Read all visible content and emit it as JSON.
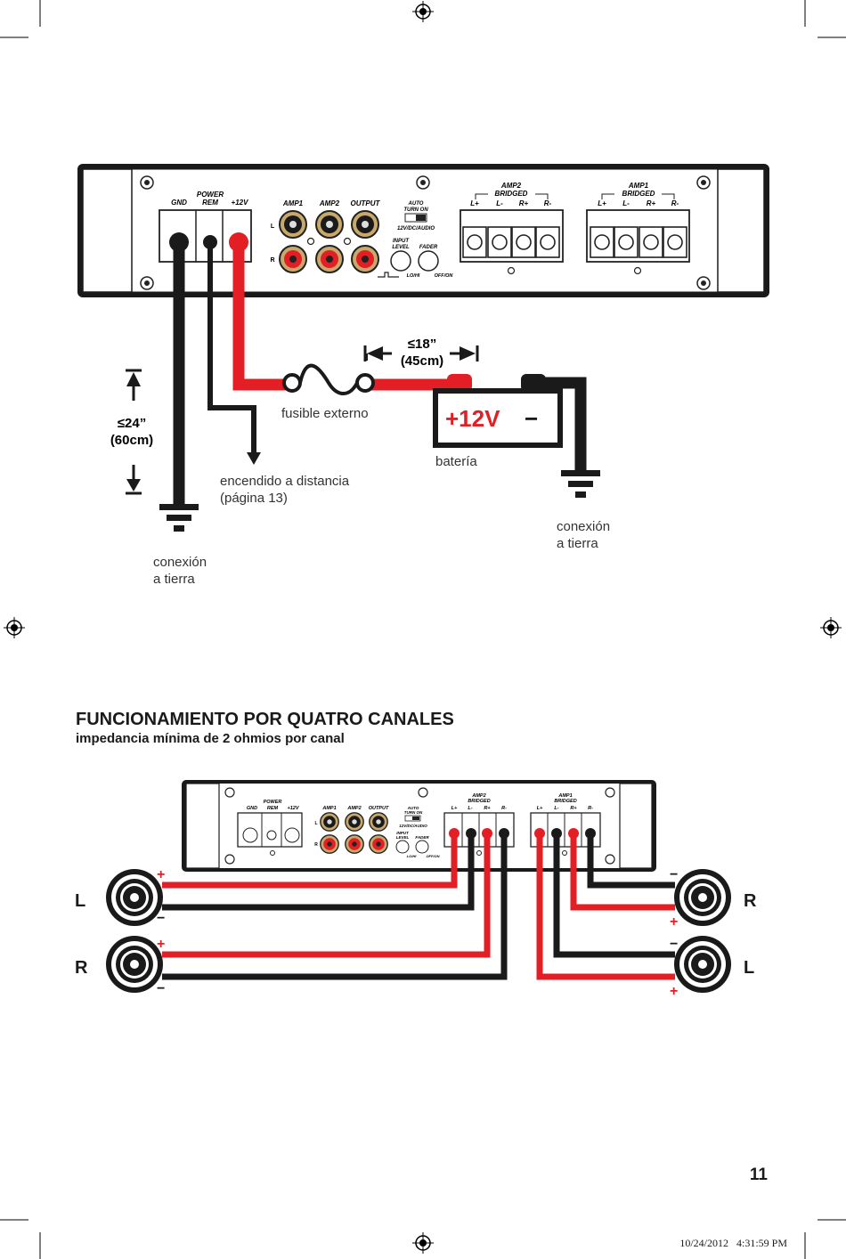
{
  "colors": {
    "red": "#e31e24",
    "black": "#1a1a1a",
    "panel": "#f2f2f2"
  },
  "amp_top": {
    "power_label": "POWER",
    "gnd": "GND",
    "rem": "REM",
    "plus12": "+12V",
    "amp1": "AMP1",
    "amp2": "AMP2",
    "output": "OUTPUT",
    "l": "L",
    "r": "R",
    "auto_turn_on_1": "AUTO",
    "auto_turn_on_2": "TURN ON",
    "dc_audio": "12V/DC/AUDIO",
    "input_level_1": "INPUT",
    "input_level_2": "LEVEL",
    "fader": "FADER",
    "lohi": "LO/HI",
    "offon": "OFF/ON",
    "amp2_bridged_1": "AMP2",
    "amp1_bridged_1": "AMP1",
    "bridged": "BRIDGED",
    "lplus": "L+",
    "lminus": "L-",
    "rplus": "R+",
    "rminus": "R-"
  },
  "top_diagram": {
    "dist_fuse": "≤18”",
    "dist_fuse_cm": "(45cm)",
    "dist_ground": "≤24”",
    "dist_ground_cm": "(60cm)",
    "fuse_label": "fusible externo",
    "battery_plus": "+12V",
    "battery_minus": "−",
    "battery_label": "batería",
    "remote_label_1": "encendido a distancia",
    "remote_label_2": "(página 13)",
    "ground_left_1": "conexión",
    "ground_left_2": "a tierra",
    "ground_right_1": "conexión",
    "ground_right_2": "a tierra"
  },
  "section": {
    "title": "FUNCIONAMIENTO POR QUATRO CANALES",
    "subtitle": "impedancia mínima de 2 ohmios por canal"
  },
  "speakers": {
    "left_top": "L",
    "left_bottom": "R",
    "right_top": "R",
    "right_bottom": "L",
    "plus": "+",
    "minus": "−"
  },
  "footer": {
    "page_number": "11",
    "timestamp": "10/24/2012   4:31:59 PM"
  }
}
